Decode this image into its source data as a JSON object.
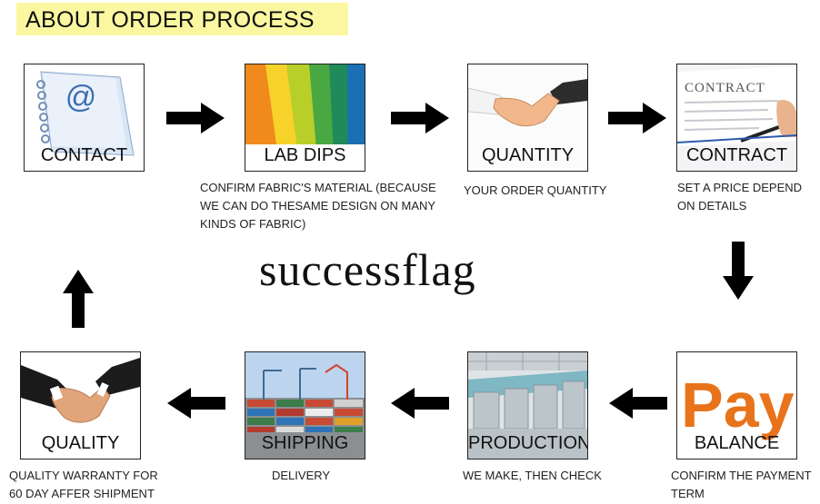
{
  "title": "ABOUT ORDER PROCESS",
  "watermark": "successflag",
  "steps": [
    {
      "label": "CONTACT",
      "icon": "address-book-icon",
      "desc": ""
    },
    {
      "label": "LAB  DIPS",
      "icon": "fabric-swatches-icon",
      "desc": "CONFIRM FABRIC'S MATERIAL (BECAUSE WE CAN DO THESAME DESIGN ON MANY KINDS OF FABRIC)"
    },
    {
      "label": "QUANTITY",
      "icon": "handshake-icon",
      "desc": "YOUR ORDER QUANTITY"
    },
    {
      "label": "CONTRACT",
      "icon": "contract-pen-icon",
      "desc": "SET A PRICE DEPEND ON DETAILS"
    },
    {
      "label": "BALANCE",
      "icon": "pay-icon",
      "icon_text": "Pay",
      "desc": "CONFIRM THE PAYMENT TERM"
    },
    {
      "label": "PRODUCTION",
      "icon": "factory-icon",
      "desc": "WE MAKE, THEN CHECK"
    },
    {
      "label": "SHIPPING",
      "icon": "container-port-icon",
      "desc": "DELIVERY"
    },
    {
      "label": "QUALITY",
      "icon": "business-handshake-icon",
      "desc": "QUALITY WARRANTY FOR 60 DAY AFFER SHIPMENT"
    }
  ],
  "colors": {
    "title_bg": "#fbf7a0",
    "pay_orange": "#e8731a",
    "arrow": "#000000"
  }
}
